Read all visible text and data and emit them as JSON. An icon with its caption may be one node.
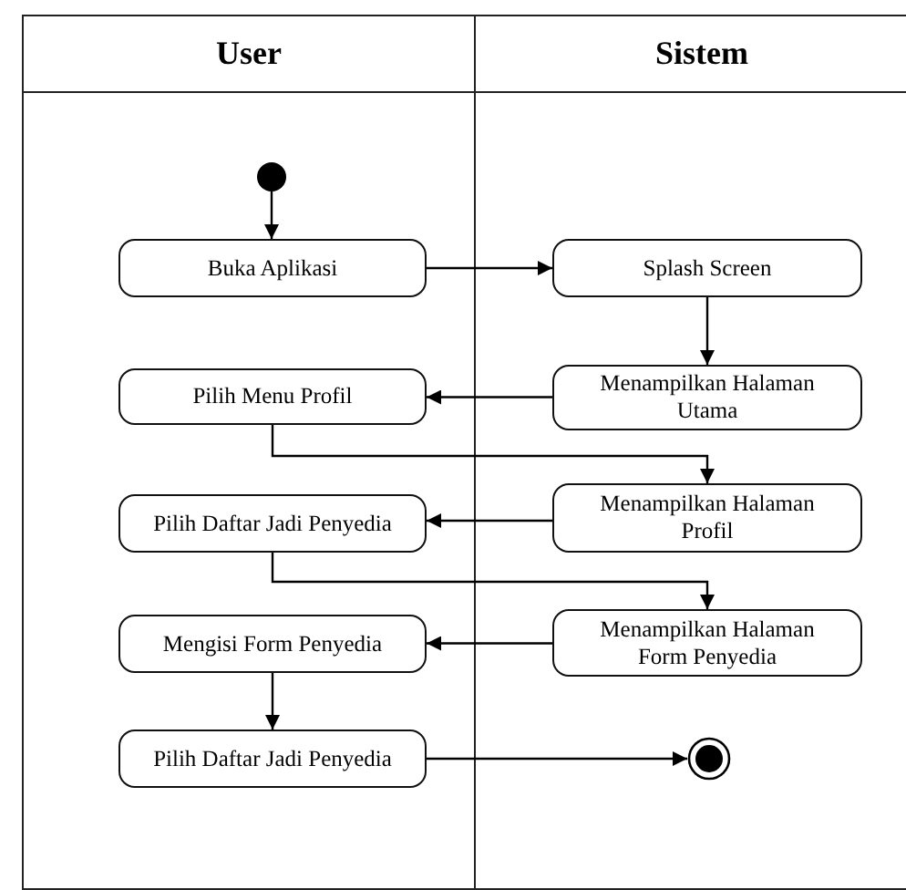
{
  "diagram": {
    "nodes": [
      {
        "text": [
          "User"
        ]
      },
      {
        "text": [
          "Sistem"
        ]
      },
      {
        "text": [],
        "shape": "circle",
        "in": 0
      },
      {
        "text": [
          "Buka Aplikasi"
        ],
        "in": 0
      },
      {
        "text": [
          "Splash Screen"
        ],
        "in": 1
      },
      {
        "text": [
          "Pilih Menu Profil"
        ],
        "in": 0
      },
      {
        "text": [
          "Menampilkan Halaman Utama"
        ],
        "in": 1
      },
      {
        "text": [
          "Menampilkan Halaman Profil"
        ],
        "in": 1
      },
      {
        "text": [
          "Pilih Daftar Jadi Penyedia"
        ],
        "in": 0
      },
      {
        "text": [
          "Menampilkan Halaman Form Penyedia"
        ],
        "in": 1
      },
      {
        "text": [
          "Mengisi Form Penyedia"
        ],
        "in": 0
      },
      {
        "text": [
          "Pilih Daftar Jadi Penyedia"
        ],
        "in": 0
      },
      {
        "text": [],
        "shape": "circle",
        "in": 1
      }
    ],
    "edges": [
      {
        "from": 2,
        "to": 3,
        "arrow": "to"
      },
      {
        "from": 3,
        "to": 4,
        "arrow": "to"
      },
      {
        "from": 4,
        "to": 6,
        "arrow": "to"
      },
      {
        "from": 6,
        "to": 5,
        "arrow": "to"
      },
      {
        "from": 5,
        "to": 7,
        "arrow": "to"
      },
      {
        "from": 7,
        "to": 8,
        "arrow": "to"
      },
      {
        "from": 8,
        "to": 9,
        "arrow": "to"
      },
      {
        "from": 9,
        "to": 10,
        "arrow": "to"
      },
      {
        "from": 10,
        "to": 11,
        "arrow": "to"
      },
      {
        "from": 11,
        "to": 12,
        "arrow": "to"
      }
    ]
  }
}
